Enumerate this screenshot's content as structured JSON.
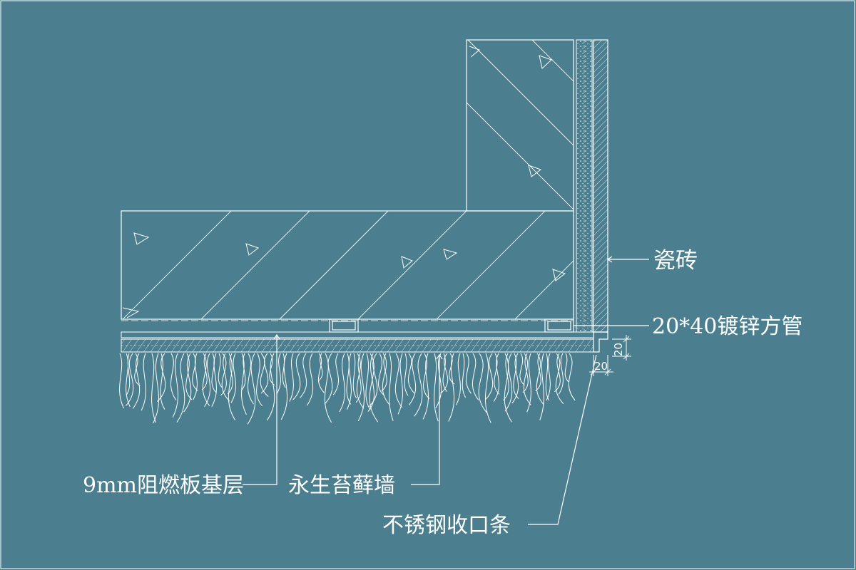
{
  "colors": {
    "background": "#4b7f8f",
    "line": "#ffffff"
  },
  "labels": {
    "tile": "瓷砖",
    "pipe": "20*40镀锌方管",
    "base_board": "9mm阻燃板基层",
    "moss_wall": "永生苔藓墙",
    "trim_strip": "不锈钢收口条"
  },
  "dimensions": {
    "vertical": "20",
    "horizontal": "20"
  }
}
